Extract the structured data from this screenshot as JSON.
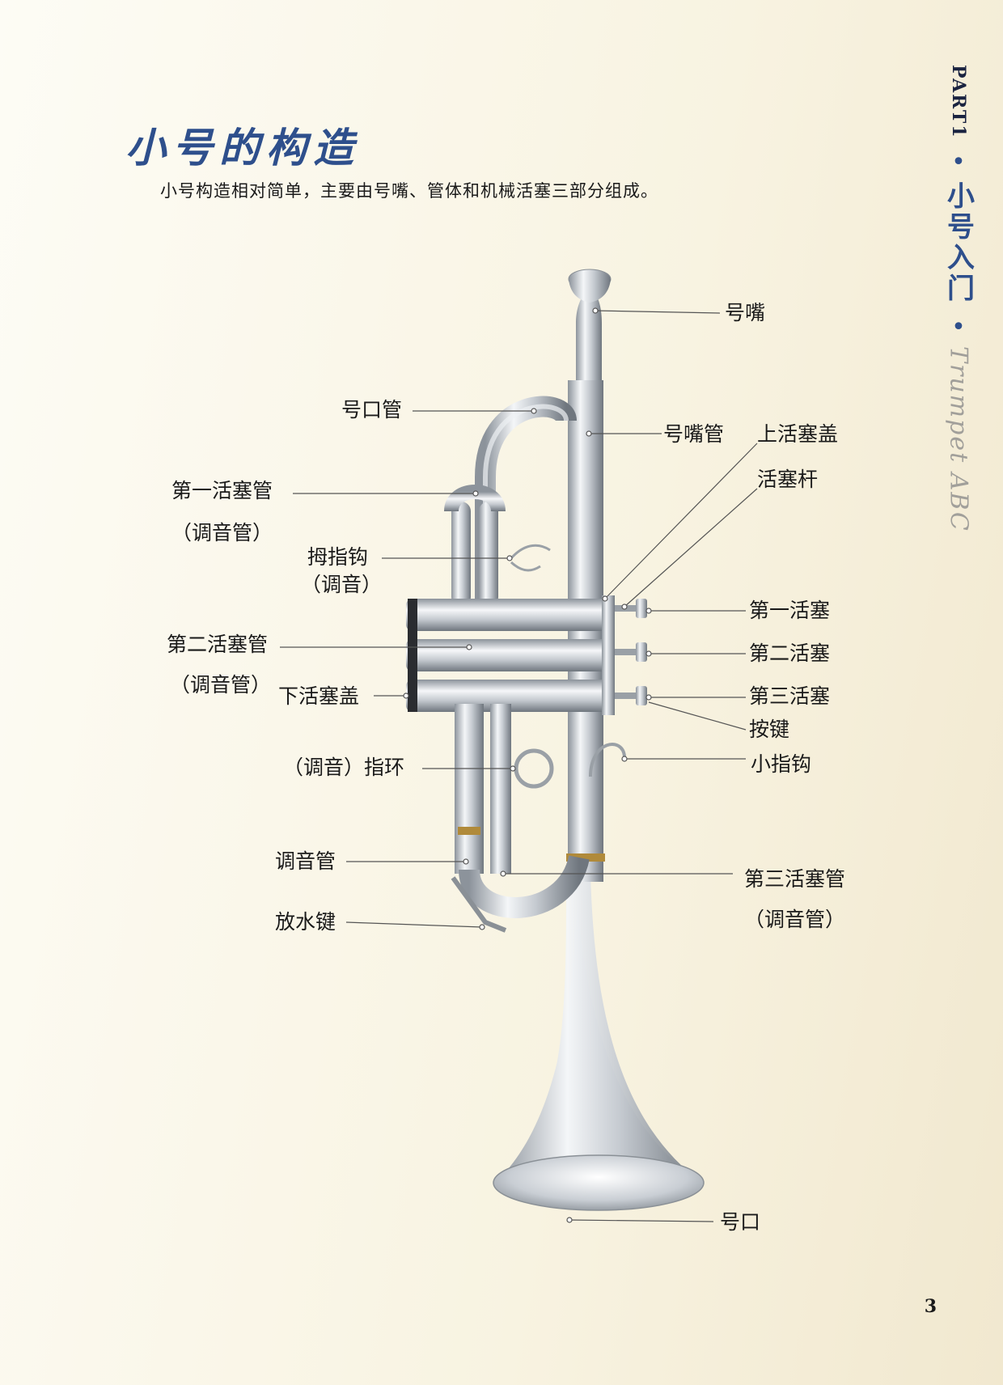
{
  "header": {
    "title": "小号的构造",
    "subtitle": "小号构造相对简单，主要由号嘴、管体和机械活塞三部分组成。"
  },
  "side": {
    "part": "PART1",
    "section": "小号入门",
    "english": "Trumpet ABC"
  },
  "labels": {
    "mouthpiece": "号嘴",
    "leadpipe_mouth": "号口管",
    "mouthpipe": "号嘴管",
    "top_valve_cap": "上活塞盖",
    "valve_stem": "活塞杆",
    "first_slide": "第一活塞管",
    "first_slide_sub": "（调音管）",
    "thumb_hook": "拇指钩",
    "thumb_hook_sub": "（调音）",
    "first_valve": "第一活塞",
    "second_slide": "第二活塞管",
    "second_slide_sub": "（调音管）",
    "second_valve": "第二活塞",
    "bottom_valve_cap": "下活塞盖",
    "third_valve": "第三活塞",
    "finger_button": "按键",
    "finger_ring": "（调音）指环",
    "pinky_hook": "小指钩",
    "tuning_slide": "调音管",
    "third_slide": "第三活塞管",
    "third_slide_sub": "（调音管）",
    "water_key": "放水键",
    "bell": "号口"
  },
  "page_number": "3"
}
